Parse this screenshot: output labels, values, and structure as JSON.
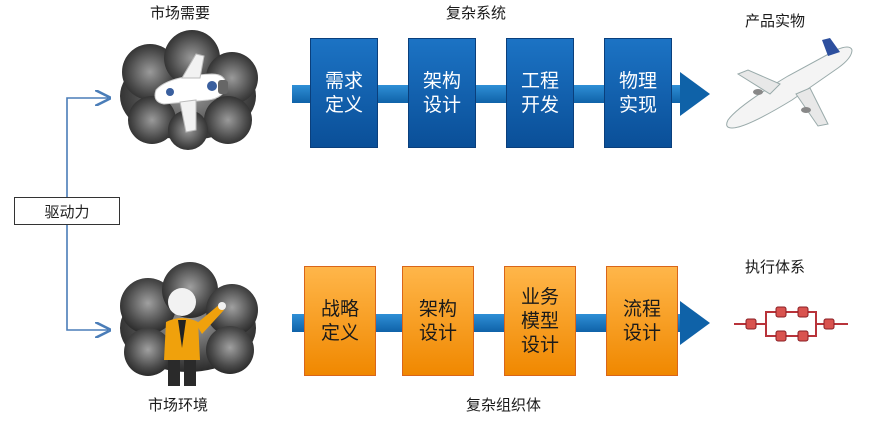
{
  "top_row": {
    "left_label": "市场需要",
    "center_label": "复杂系统",
    "right_label": "产品实物",
    "steps": [
      "需求\n定义",
      "架构\n设计",
      "工程\n开发",
      "物理\n实现"
    ]
  },
  "bottom_row": {
    "left_label": "市场环境",
    "center_label": "复杂组织体",
    "right_label": "执行体系",
    "steps": [
      "战略\n定义",
      "架构\n设计",
      "业务\n模型\n设计",
      "流程\n设计"
    ]
  },
  "driver_label": "驱动力",
  "colors": {
    "blue_box": "#0f5fae",
    "orange_box": "#f39a1e",
    "arrow_blue": "#1271c0",
    "connector": "#4a7db8",
    "network": "#b8333a"
  },
  "icons": [
    "airplane-toy-icon",
    "airliner-icon",
    "person-pointing-icon",
    "process-network-icon",
    "cloud-icon"
  ]
}
